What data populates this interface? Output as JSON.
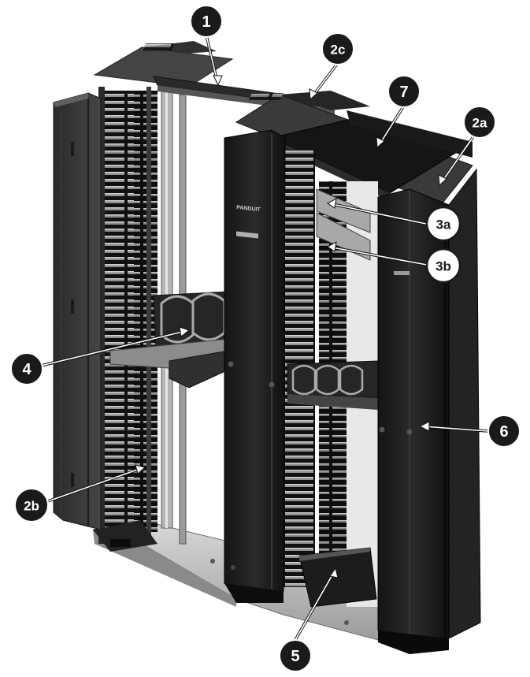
{
  "colors": {
    "rack_dark": "#1e1e1e",
    "rack_mid": "#3a3a3a",
    "rack_frame": "#7a7a7a",
    "rack_light": "#cfcfcf",
    "base_plate": "#b8b8b8",
    "callout_dark": "#1a1a1a",
    "callout_light": "#ffffff",
    "leader_line": "#ffffff"
  },
  "brand_logo_text": "PANDUIT",
  "callouts": [
    {
      "id": "1",
      "label": "1",
      "style": "dark"
    },
    {
      "id": "2c",
      "label": "2c",
      "style": "dark"
    },
    {
      "id": "7",
      "label": "7",
      "style": "dark"
    },
    {
      "id": "2a",
      "label": "2a",
      "style": "dark"
    },
    {
      "id": "3a",
      "label": "3a",
      "style": "light"
    },
    {
      "id": "3b",
      "label": "3b",
      "style": "light"
    },
    {
      "id": "4",
      "label": "4",
      "style": "dark"
    },
    {
      "id": "6",
      "label": "6",
      "style": "dark"
    },
    {
      "id": "2b",
      "label": "2b",
      "style": "dark"
    },
    {
      "id": "5",
      "label": "5",
      "style": "dark"
    }
  ]
}
